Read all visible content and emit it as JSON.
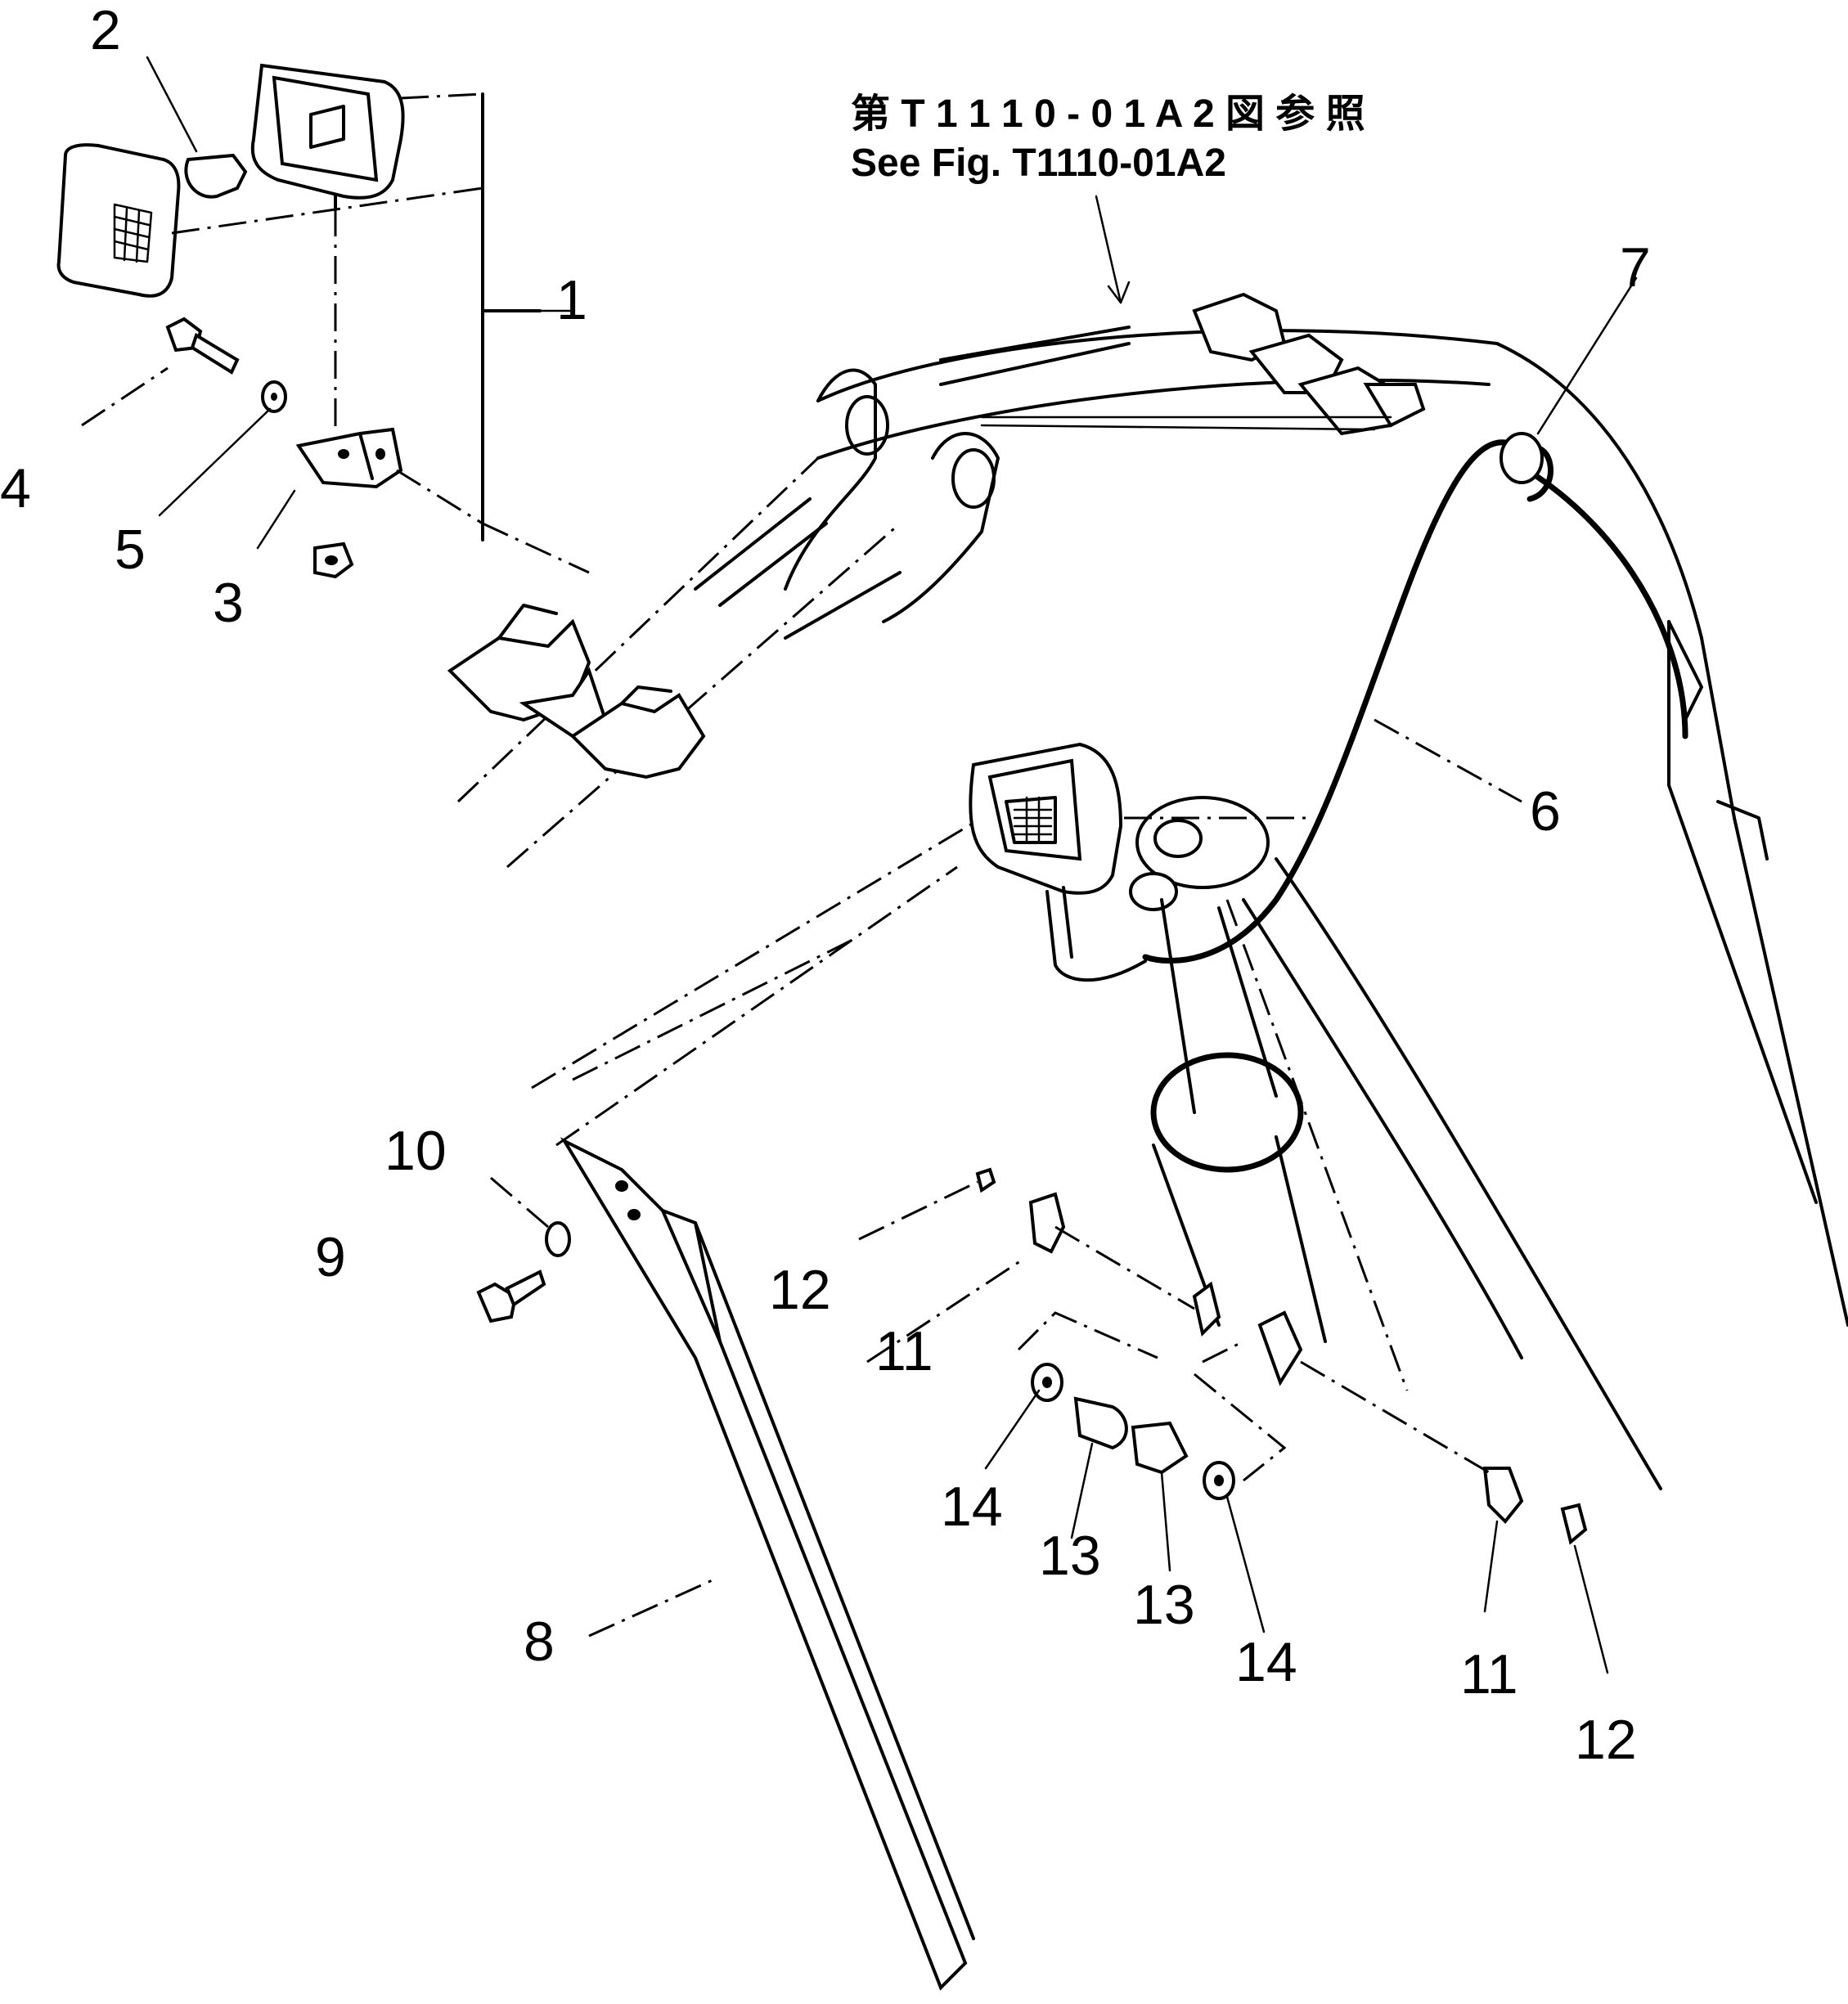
{
  "reference": {
    "line_jp": "第 T 1 1 1 0 - 0 1 A 2 図 参 照",
    "line_en": "See Fig. T1110-01A2"
  },
  "callouts": [
    {
      "id": "c1",
      "label": "1"
    },
    {
      "id": "c2",
      "label": "2"
    },
    {
      "id": "c3",
      "label": "3"
    },
    {
      "id": "c4",
      "label": "4"
    },
    {
      "id": "c5",
      "label": "5"
    },
    {
      "id": "c6",
      "label": "6"
    },
    {
      "id": "c7",
      "label": "7"
    },
    {
      "id": "c8",
      "label": "8"
    },
    {
      "id": "c9",
      "label": "9"
    },
    {
      "id": "c10",
      "label": "10"
    },
    {
      "id": "c11a",
      "label": "11"
    },
    {
      "id": "c11b",
      "label": "11"
    },
    {
      "id": "c12a",
      "label": "12"
    },
    {
      "id": "c12b",
      "label": "12"
    },
    {
      "id": "c13a",
      "label": "13"
    },
    {
      "id": "c13b",
      "label": "13"
    },
    {
      "id": "c14a",
      "label": "14"
    },
    {
      "id": "c14b",
      "label": "14"
    }
  ]
}
